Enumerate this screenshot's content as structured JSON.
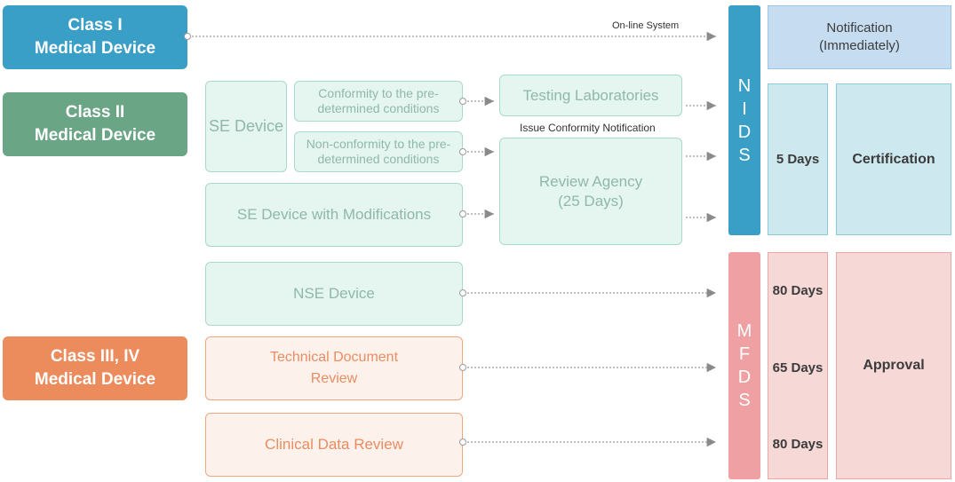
{
  "classes": {
    "class1": "Class I\nMedical Device",
    "class2": "Class II\nMedical Device",
    "class3": "Class III, IV\nMedical Device"
  },
  "class2_boxes": {
    "se_device": "SE Device",
    "conformity": "Conformity to the pre-\ndetermined conditions",
    "non_conformity": "Non-conformity to the pre-\ndetermined conditions",
    "se_modifications": "SE Device with Modifications",
    "nse_device": "NSE Device",
    "testing_labs": "Testing Laboratories",
    "issue_notification": "Issue Conformity Notification",
    "review_agency": "Review Agency\n(25 Days)"
  },
  "class3_boxes": {
    "technical_review": "Technical Document\nReview",
    "clinical_review": "Clinical Data Review"
  },
  "online_system": "On-line System",
  "agencies": {
    "nids": [
      "N",
      "I",
      "D",
      "S"
    ],
    "mfds": [
      "M",
      "F",
      "D",
      "S"
    ]
  },
  "outcomes": {
    "notification": "Notification\n(Immediately)",
    "days_5": "5 Days",
    "certification": "Certification",
    "days_80_a": "80 Days",
    "days_65": "65 Days",
    "days_80_b": "80 Days",
    "approval": "Approval"
  },
  "colors": {
    "class1": "#3a9fc6",
    "class2": "#6aa586",
    "class3": "#ec8b5c",
    "nids": "#3a9fc6",
    "mfds": "#eea0a2",
    "notification_bg": "#c6ddf1",
    "certification_bg": "#cde9ef",
    "approval_bg": "#f6d8d7"
  }
}
